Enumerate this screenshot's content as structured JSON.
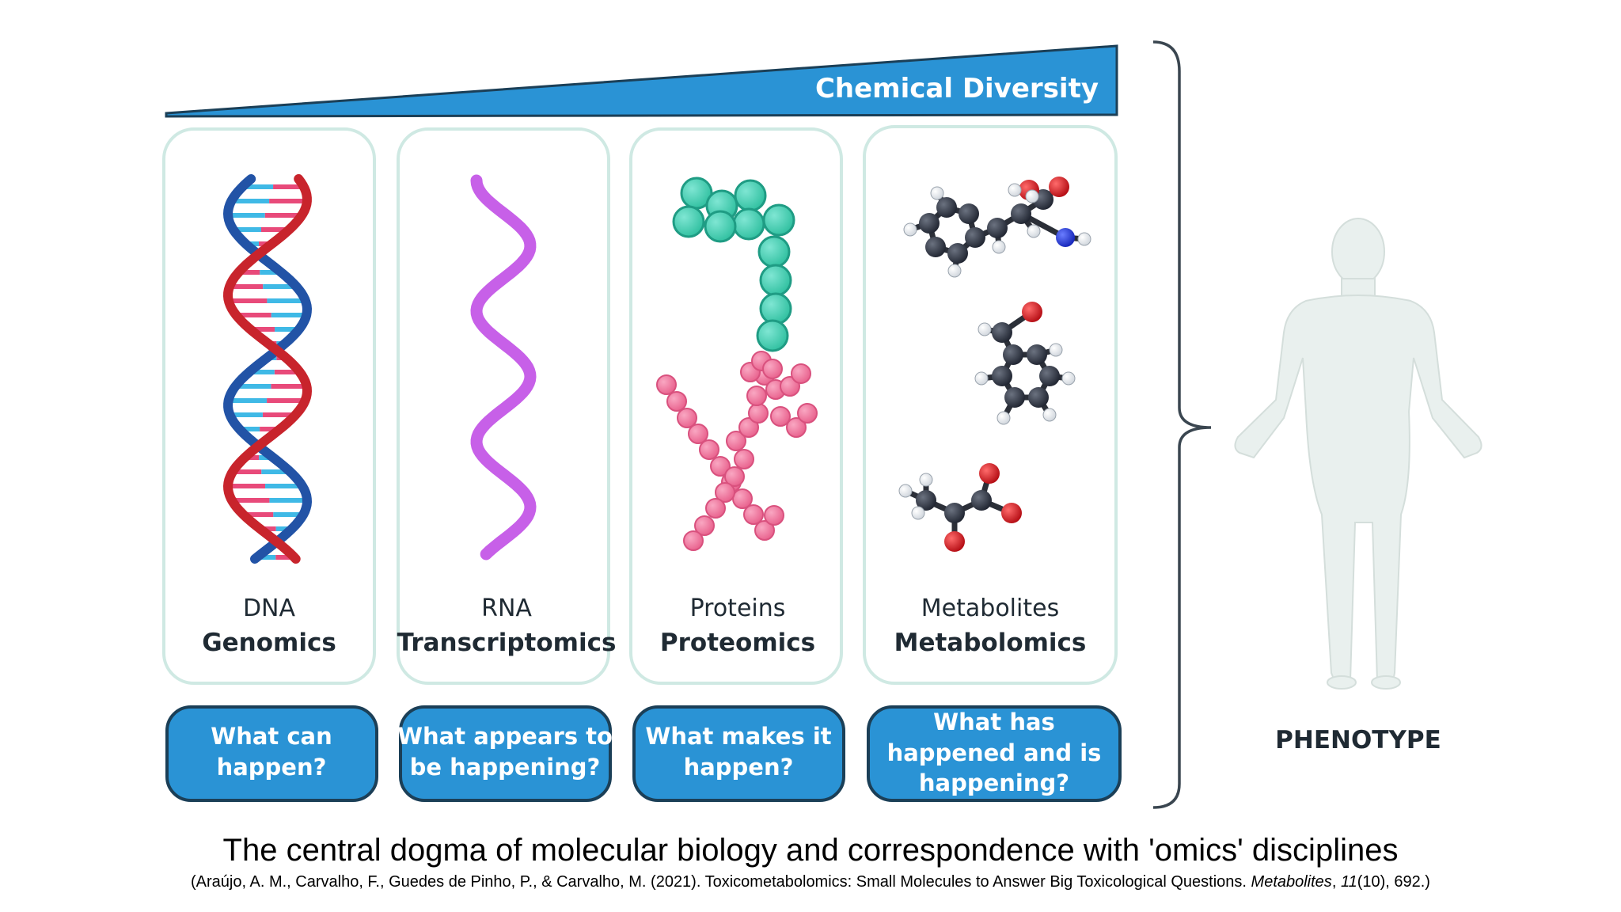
{
  "diversity_arrow": {
    "label": "Chemical Diversity",
    "color": "#2a93d5"
  },
  "columns": [
    {
      "molecule": "DNA",
      "discipline": "Genomics",
      "question": [
        "What can",
        "happen?"
      ],
      "icon": "dna-double-helix-icon"
    },
    {
      "molecule": "RNA",
      "discipline": "Transcriptomics",
      "question": [
        "What appears to",
        "be happening?"
      ],
      "icon": "rna-strand-icon"
    },
    {
      "molecule": "Proteins",
      "discipline": "Proteomics",
      "question": [
        "What makes it",
        "happen?"
      ],
      "icon": "protein-chains-icon"
    },
    {
      "molecule": "Metabolites",
      "discipline": "Metabolomics",
      "question": [
        "What has",
        "happened and is",
        "happening?"
      ],
      "icon": "small-molecules-icon"
    }
  ],
  "phenotype": {
    "label": "PHENOTYPE",
    "icon": "human-body-icon"
  },
  "caption": {
    "title": "The central dogma of molecular biology and correspondence with 'omics' disciplines",
    "citation_before": "(Araújo, A. M., Carvalho, F., Guedes de Pinho, P., & Carvalho, M. (2021). Toxicometabolomics: Small Molecules to Answer Big Toxicological Questions. ",
    "citation_journal": "Metabolites",
    "citation_sep": ", ",
    "citation_volume": "11",
    "citation_after": "(10), 692.)"
  },
  "colors": {
    "card_border": "#cfe9e3",
    "question_fill": "#2a93d5",
    "question_border": "#1b3f57",
    "dna_strand_a": "#c8242c",
    "dna_strand_b": "#2253a6",
    "dna_rung_pink": "#e84a7a",
    "dna_rung_cyan": "#3fb9e6",
    "rna": "#c760e8",
    "protein_teal": "#3ccfb4",
    "protein_pink": "#ef6a98",
    "carbon": "#2f3440",
    "oxygen": "#d0141c",
    "nitrogen": "#1f37d6",
    "hydrogen": "#ffffff",
    "body": "#e8efed"
  }
}
